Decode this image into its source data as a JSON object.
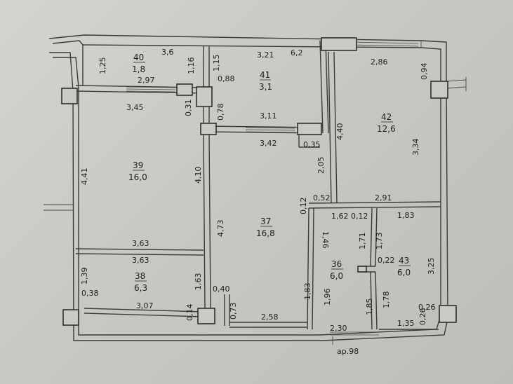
{
  "rooms": [
    {
      "number": "40",
      "area": "1,8"
    },
    {
      "number": "41",
      "area": "3,1"
    },
    {
      "number": "42",
      "area": "12,6"
    },
    {
      "number": "39",
      "area": "16,0"
    },
    {
      "number": "37",
      "area": "16,8"
    },
    {
      "number": "36",
      "area": "6,0"
    },
    {
      "number": "43",
      "area": "6,0"
    },
    {
      "number": "38",
      "area": "6,3"
    }
  ],
  "dimensions": [
    "3,6",
    "1,25",
    "1,16",
    "2,97",
    "3,45",
    "3,21",
    "6,2",
    "1,15",
    "0,88",
    "2,86",
    "0,94",
    "0,31",
    "0,78",
    "3,11",
    "3,42",
    "0,35",
    "4,40",
    "3,34",
    "4,41",
    "4,10",
    "2,05",
    "0,52",
    "2,91",
    "0,12",
    "1,62",
    "0,12",
    "1,83",
    "4,73",
    "1,46",
    "1,71",
    "1,73",
    "3,63",
    "3,63",
    "0,22",
    "3,25",
    "1,39",
    "0,38",
    "1,63",
    "0,40",
    "3,07",
    "0,14",
    "0,73",
    "2,58",
    "1,83",
    "1,96",
    "1,85",
    "1,78",
    "0,26",
    "0,26",
    "1,35",
    "2,30"
  ],
  "footer_label": "ар.98"
}
